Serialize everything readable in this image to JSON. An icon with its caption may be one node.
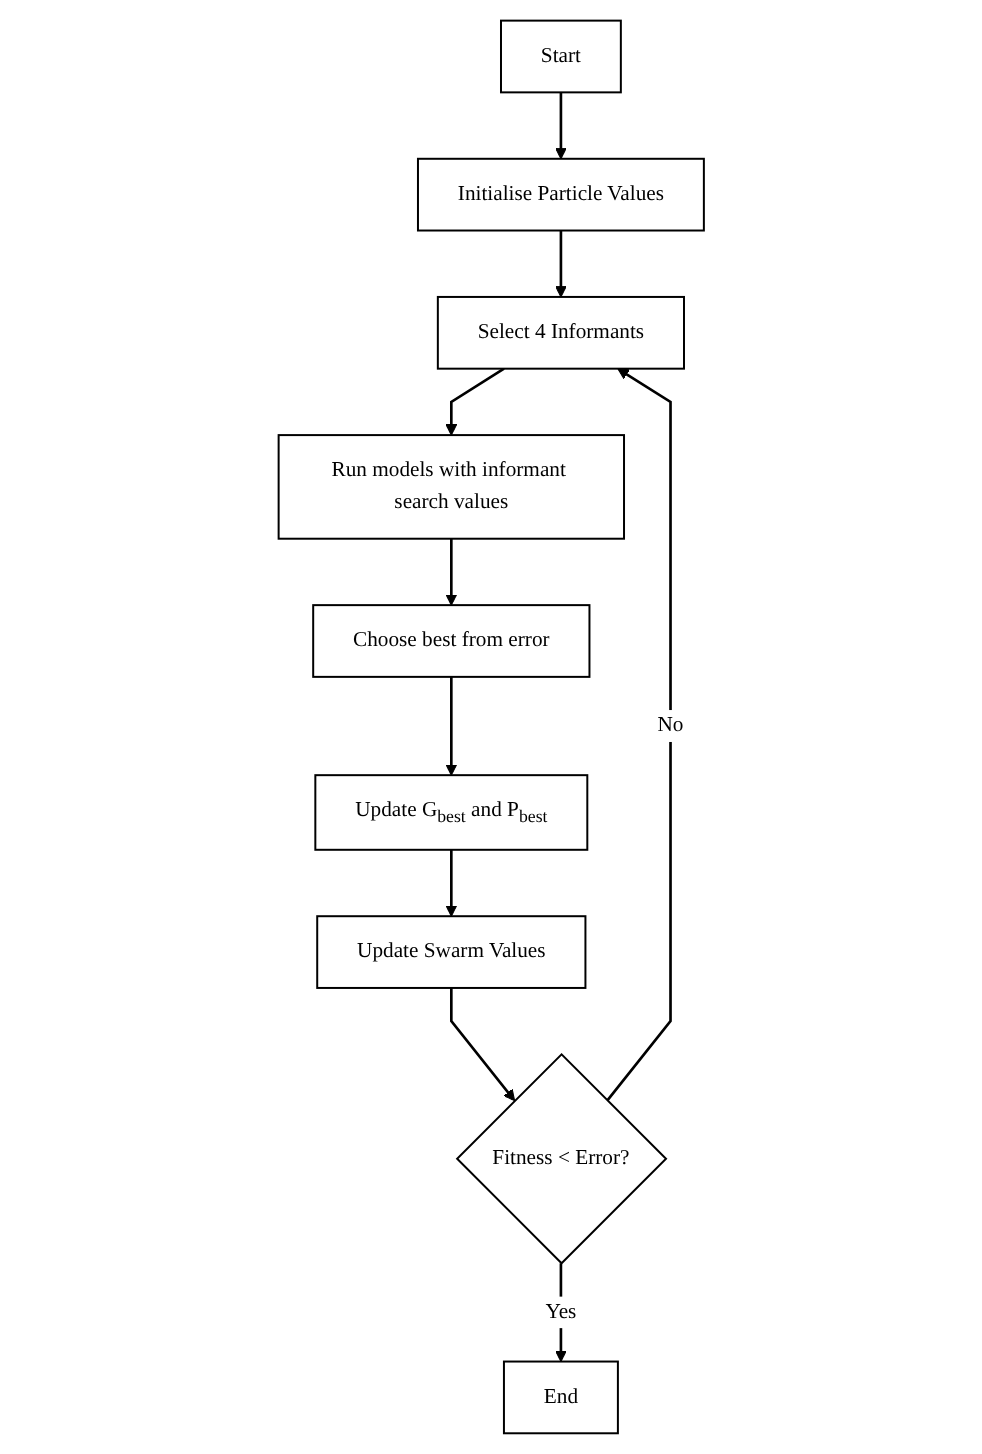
{
  "diagram": {
    "nodes": [
      {
        "text": [
          "Start"
        ]
      },
      {
        "text": [
          "Initialise Particle Values"
        ]
      },
      {
        "text": [
          "Select 4 Informants"
        ]
      },
      {
        "text": [
          "Run models with informant search values"
        ]
      },
      {
        "text": [
          "Choose best from error"
        ]
      },
      {
        "text": [
          "Update G$_{best}$ and P$_{best}$"
        ]
      },
      {
        "text": [
          "Update Swarm Values"
        ]
      },
      {
        "text": [
          "Fitness < Error?"
        ]
      },
      {
        "text": [
          "End"
        ]
      }
    ],
    "edges": [
      {
        "from": 0,
        "to": 1,
        "arrow": "to"
      },
      {
        "from": 1,
        "to": 2,
        "arrow": "to"
      },
      {
        "from": 2,
        "to": 3,
        "arrow": "to"
      },
      {
        "from": 3,
        "to": 4,
        "arrow": "to"
      },
      {
        "from": 4,
        "to": 5,
        "arrow": "to"
      },
      {
        "from": 5,
        "to": 6,
        "arrow": "to"
      },
      {
        "from": 6,
        "to": 7,
        "arrow": "to"
      },
      {
        "from": 7,
        "to": 8,
        "label": "Yes",
        "arrow": "to"
      },
      {
        "from": 7,
        "to": 2,
        "label": "No",
        "arrow": "to"
      }
    ]
  }
}
